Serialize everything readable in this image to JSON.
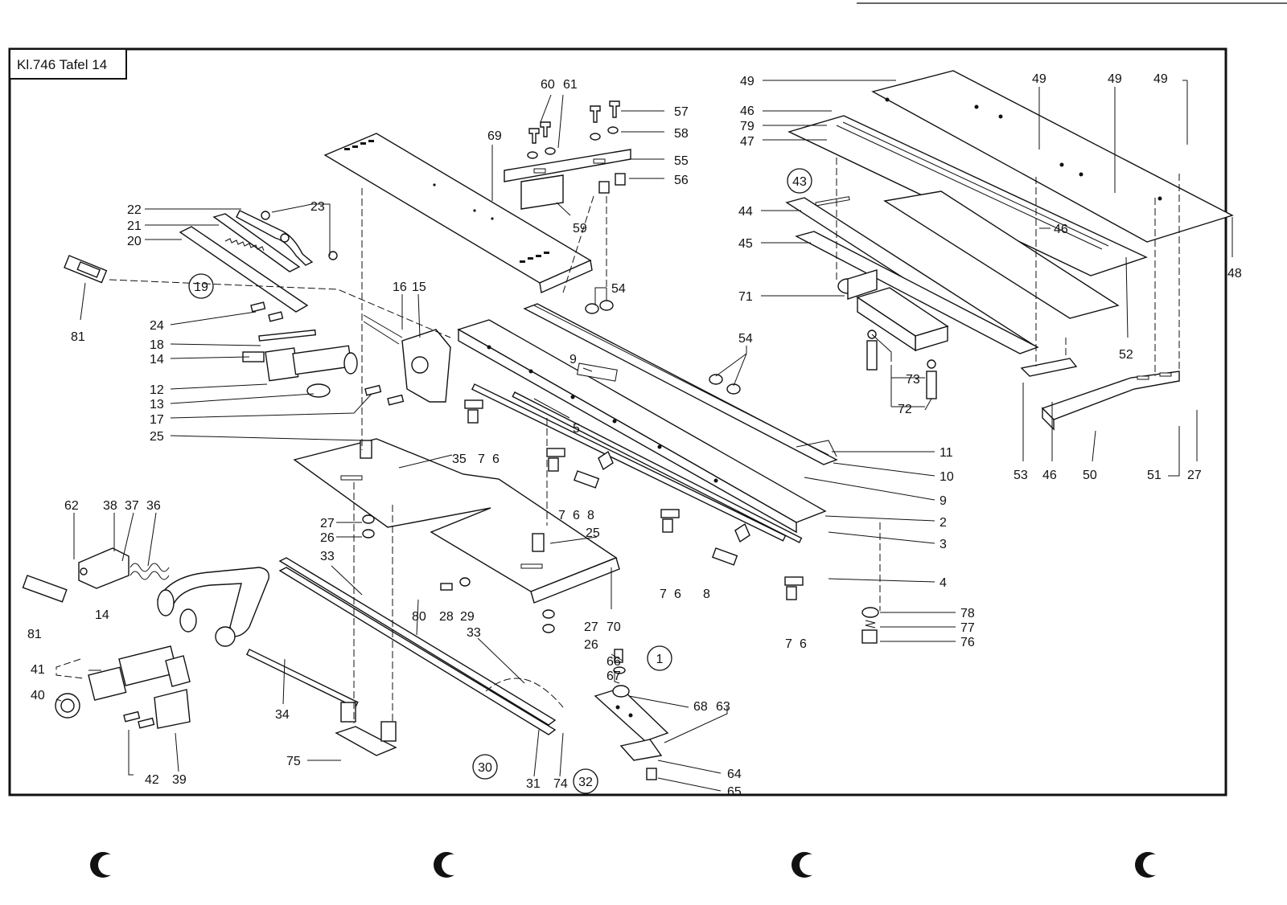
{
  "title": "Kl.746  Tafel 14",
  "group_labels": [
    "19",
    "43",
    "1",
    "30",
    "32"
  ],
  "callouts": {
    "c60": "60",
    "c61": "61",
    "c57": "57",
    "c58": "58",
    "c55": "55",
    "c56": "56",
    "c59": "59",
    "c69": "69",
    "c49a": "49",
    "c46a": "46",
    "c79": "79",
    "c47": "47",
    "c49b": "49",
    "c49c": "49",
    "c49d": "49",
    "c44": "44",
    "c45": "45",
    "c46b": "46",
    "c48": "48",
    "c71": "71",
    "c52": "52",
    "c73": "73",
    "c72": "72",
    "c22": "22",
    "c21": "21",
    "c20": "20",
    "c23": "23",
    "c81a": "81",
    "c24": "24",
    "c16": "16",
    "c15": "15",
    "c18": "18",
    "c14a": "14",
    "c12": "12",
    "c13": "13",
    "c17": "17",
    "c25a": "25",
    "c54a": "54",
    "c54b": "54",
    "c9a": "9",
    "c5": "5",
    "c35": "35",
    "c7a": "7",
    "c6a": "6",
    "c7b": "7",
    "c6b": "6",
    "c8a": "8",
    "c11": "11",
    "c10": "10",
    "c9b": "9",
    "c2": "2",
    "c3": "3",
    "c4": "4",
    "c53": "53",
    "c46c": "46",
    "c50": "50",
    "c51": "51",
    "c27c": "27",
    "c62": "62",
    "c38": "38",
    "c37": "37",
    "c36": "36",
    "c27a": "27",
    "c26a": "26",
    "c33a": "33",
    "c25b": "25",
    "c7c": "7",
    "c6c": "6",
    "c8b": "8",
    "c7d": "7",
    "c6d": "6",
    "c81b": "81",
    "c14b": "14",
    "c28": "28",
    "c29": "29",
    "c27b": "27",
    "c26b": "26",
    "c70": "70",
    "c80": "80",
    "c33b": "33",
    "c78": "78",
    "c77": "77",
    "c76": "76",
    "c66": "66",
    "c67": "67",
    "c68": "68",
    "c63": "63",
    "c41": "41",
    "c40": "40",
    "c34": "34",
    "c75": "75",
    "c42": "42",
    "c39": "39",
    "c31": "31",
    "c74": "74",
    "c64": "64",
    "c65": "65"
  }
}
